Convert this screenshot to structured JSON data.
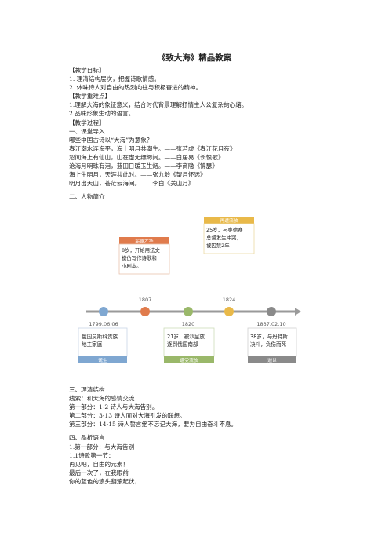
{
  "doc": {
    "title": "《致大海》精品教案",
    "lines_top": [
      "【教学目标】",
      "1. 理清结构层次，把握诗歌情感。",
      "2. 体味诗人对自由的热烈向往与积极奋进的精神。",
      "【教学重难点】",
      "1.理解大海的象征意义，结合时代背景理解抒情主人公复杂的心绪。",
      "2.品味形象生动的语言。",
      "【教学过程】",
      "一、课堂导入",
      "哪些中国古诗以“大海”为意象？",
      "春江潮水连海平，海上明月共潮生。——张若虚《春江花月夜》",
      "忽闻海上有仙山，山在虚无缥缈间。——白居易《长恨歌》",
      "沧海月明珠有泪，蓝田日暖玉生烟。——李商隐《锦瑟》",
      "海上生明月，天涯共此时。——张九龄《望月怀远》",
      "明月出天山，苍茫云海间。——李白《关山月》"
    ],
    "section_people": "二、人物简介",
    "section3_lines": [
      "三、理清结构",
      "线索：和大海的感情交流",
      "第一部分：1-2 诗人与大海告别。",
      "第二部分：3-13 诗人面对大海引发的联想。",
      "第三部分：14-15 诗人誓言绝不忘记大海，要为自由奋斗不息。"
    ],
    "section4_lines": [
      "四、品析语言",
      "1.第一部分：与大海告别",
      "1.1诗歌第一节：",
      "再见吧，自由的元素！",
      "最后一次了，在我眼前",
      "你的蓝色的浪头翻滚起伏，"
    ]
  },
  "timeline": {
    "years": [
      "1799.06.06",
      "1807",
      "1820",
      "1824",
      "1837.02.10"
    ],
    "cards": [
      {
        "tag": "",
        "text": [
          "俄国莫斯科贵族",
          "地主家庭"
        ],
        "footer": "诞生",
        "color": "#7fa7d1"
      },
      {
        "tag": "崭露才华",
        "text": [
          "8岁，开始用法文",
          "模仿写作诗歌和",
          "小剧本。"
        ],
        "footer": "",
        "color": "#e07b4c"
      },
      {
        "tag": "",
        "text": [
          "21岁，被沙皇放",
          "逐到俄国南部"
        ],
        "footer": "遭受流放",
        "color": "#9ab86a"
      },
      {
        "tag": "再遭流放",
        "text": [
          "25岁，与奥德赛",
          "总督发生冲突，",
          "被囚禁2年"
        ],
        "footer": "",
        "color": "#e9b949"
      },
      {
        "tag": "",
        "text": [
          "38岁，与丹特斯",
          "决斗，负伤而死"
        ],
        "footer": "逝世",
        "color": "#8a8a8a"
      }
    ],
    "dot_colors": [
      "#7fa7d1",
      "#e07b4c",
      "#9ab86a",
      "#e9b949",
      "#8a8a8a"
    ]
  }
}
